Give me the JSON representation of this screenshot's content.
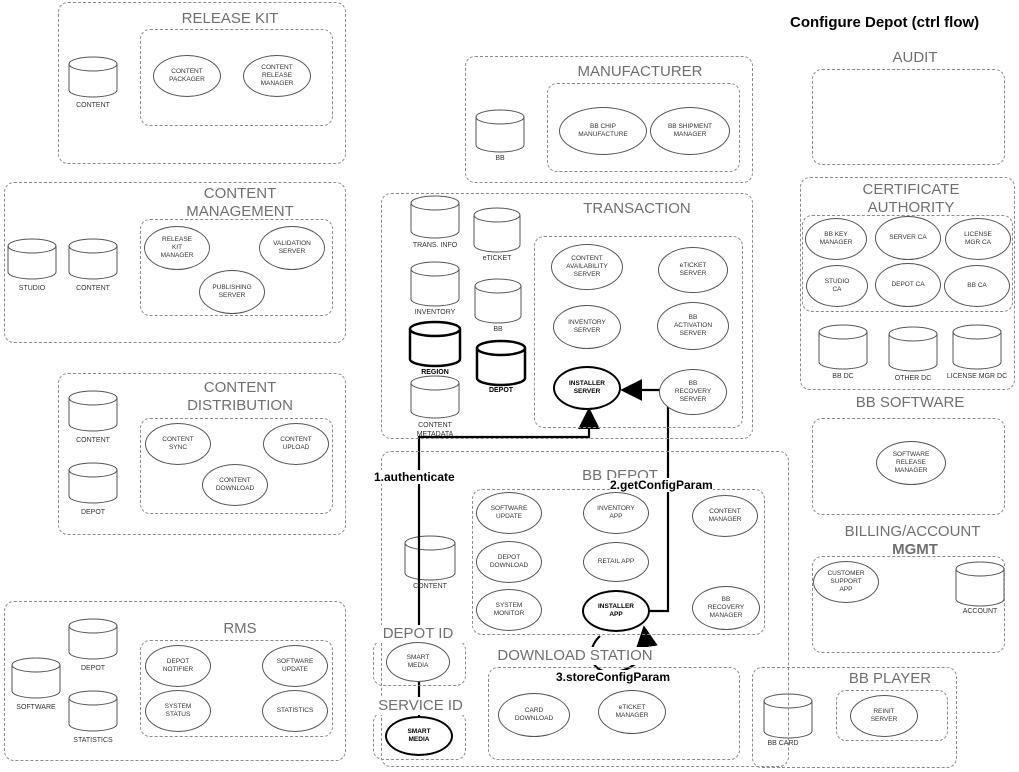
{
  "title": "Configure Depot (ctrl flow)",
  "groups": {
    "release_kit": {
      "title": "RELEASE KIT",
      "content": "CONTENT",
      "packager": "CONTENT\nPACKAGER",
      "release_manager": "CONTENT\nRELEASE\nMANAGER"
    },
    "content_management": {
      "title": "CONTENT\nMANAGEMENT",
      "studio": "STUDIO",
      "content": "CONTENT",
      "release_kit_manager": "RELEASE\nKIT\nMANAGER",
      "validation_server": "VALIDATION\nSERVER",
      "publishing_server": "PUBLISHING\nSERVER"
    },
    "content_distribution": {
      "title": "CONTENT\nDISTRIBUTION",
      "content": "CONTENT",
      "depot": "DEPOT",
      "content_sync": "CONTENT\nSYNC",
      "content_upload": "CONTENT\nUPLOAD",
      "content_download": "CONTENT\nDOWNLOAD"
    },
    "rms": {
      "title": "RMS",
      "software": "SOFTWARE",
      "depot": "DEPOT",
      "statistics_db": "STATISTICS",
      "depot_notifier": "DEPOT\nNOTIFIER",
      "software_update": "SOFTWARE\nUPDATE",
      "system_status": "SYSTEM\nSTATUS",
      "statistics": "STATISTICS"
    },
    "manufacturer": {
      "title": "MANUFACTURER",
      "bb": "BB",
      "chip_manufacture": "BB CHIP\nMANUFACTURE",
      "shipment_manager": "BB SHIPMENT\nMANAGER"
    },
    "transaction": {
      "title": "TRANSACTION",
      "trans_info": "TRANS. INFO",
      "eticket": "eTICKET",
      "inventory": "INVENTORY",
      "bb": "BB",
      "region": "REGION",
      "depot": "DEPOT",
      "content_metadata": "CONTENT\nMETADATA",
      "content_availability": "CONTENT\nAVAILABILITY\nSERVER",
      "eticket_server": "eTICKET\nSERVER",
      "inventory_server": "INVENTORY\nSERVER",
      "bb_activation": "BB\nACTIVATION\nSERVER",
      "installer_server": "INSTALLER\nSERVER",
      "bb_recovery": "BB\nRECOVERY\nSERVER"
    },
    "bb_depot": {
      "title": "BB DEPOT",
      "content": "CONTENT",
      "software_update": "SOFTWARE\nUPDATE",
      "inventory_app": "INVENTORY\nAPP",
      "content_manager": "CONTENT\nMANAGER",
      "depot_download": "DEPOT\nDOWNLOAD",
      "retail_app": "RETAIL APP",
      "system_monitor": "SYSTEM\nMONITOR",
      "installer_app": "INSTALLER\nAPP",
      "bb_recovery_manager": "BB\nRECOVERY\nMANAGER"
    },
    "depot_id": {
      "title": "DEPOT ID",
      "smart_media": "SMART\nMEDIA"
    },
    "service_id": {
      "title": "SERVICE ID",
      "smart_media": "SMART\nMEDIA"
    },
    "download_station": {
      "title": "DOWNLOAD STATION",
      "card_download": "CARD\nDOWNLOAD",
      "eticket_manager": "eTICKET\nMANAGER"
    },
    "audit": {
      "title": "AUDIT"
    },
    "certificate_authority": {
      "title": "CERTIFICATE\nAUTHORITY",
      "bb_key_manager": "BB KEY\nMANAGER",
      "server_ca": "SERVER CA",
      "license_mgr_ca": "LICENSE\nMGR CA",
      "studio_ca": "STUDIO\nCA",
      "depot_ca": "DEPOT CA",
      "bb_ca": "BB CA",
      "bb_dc": "BB DC",
      "other_dc": "OTHER DC",
      "license_mgr_dc": "LICENSE MGR DC"
    },
    "bb_software": {
      "title": "BB SOFTWARE",
      "release_manager": "SOFTWARE\nRELEASE\nMANAGER"
    },
    "billing": {
      "title": "BILLING/ACCOUNT",
      "title2": "MGMT",
      "customer_support": "CUSTOMER\nSUPPORT\nAPP",
      "account": "ACCOUNT"
    },
    "bb_player": {
      "title": "BB PLAYER",
      "bb_card": "BB CARD",
      "reinit_server": "REINIT\nSERVER"
    }
  },
  "flows": {
    "authenticate": "1.authenticate",
    "get_config_param": "2.getConfigParam",
    "store_config_param": "3.storeConfigParam"
  },
  "colors": {
    "line": "#000000",
    "dashed": "#8a8a8a",
    "title_text": "#6f6f6f"
  }
}
